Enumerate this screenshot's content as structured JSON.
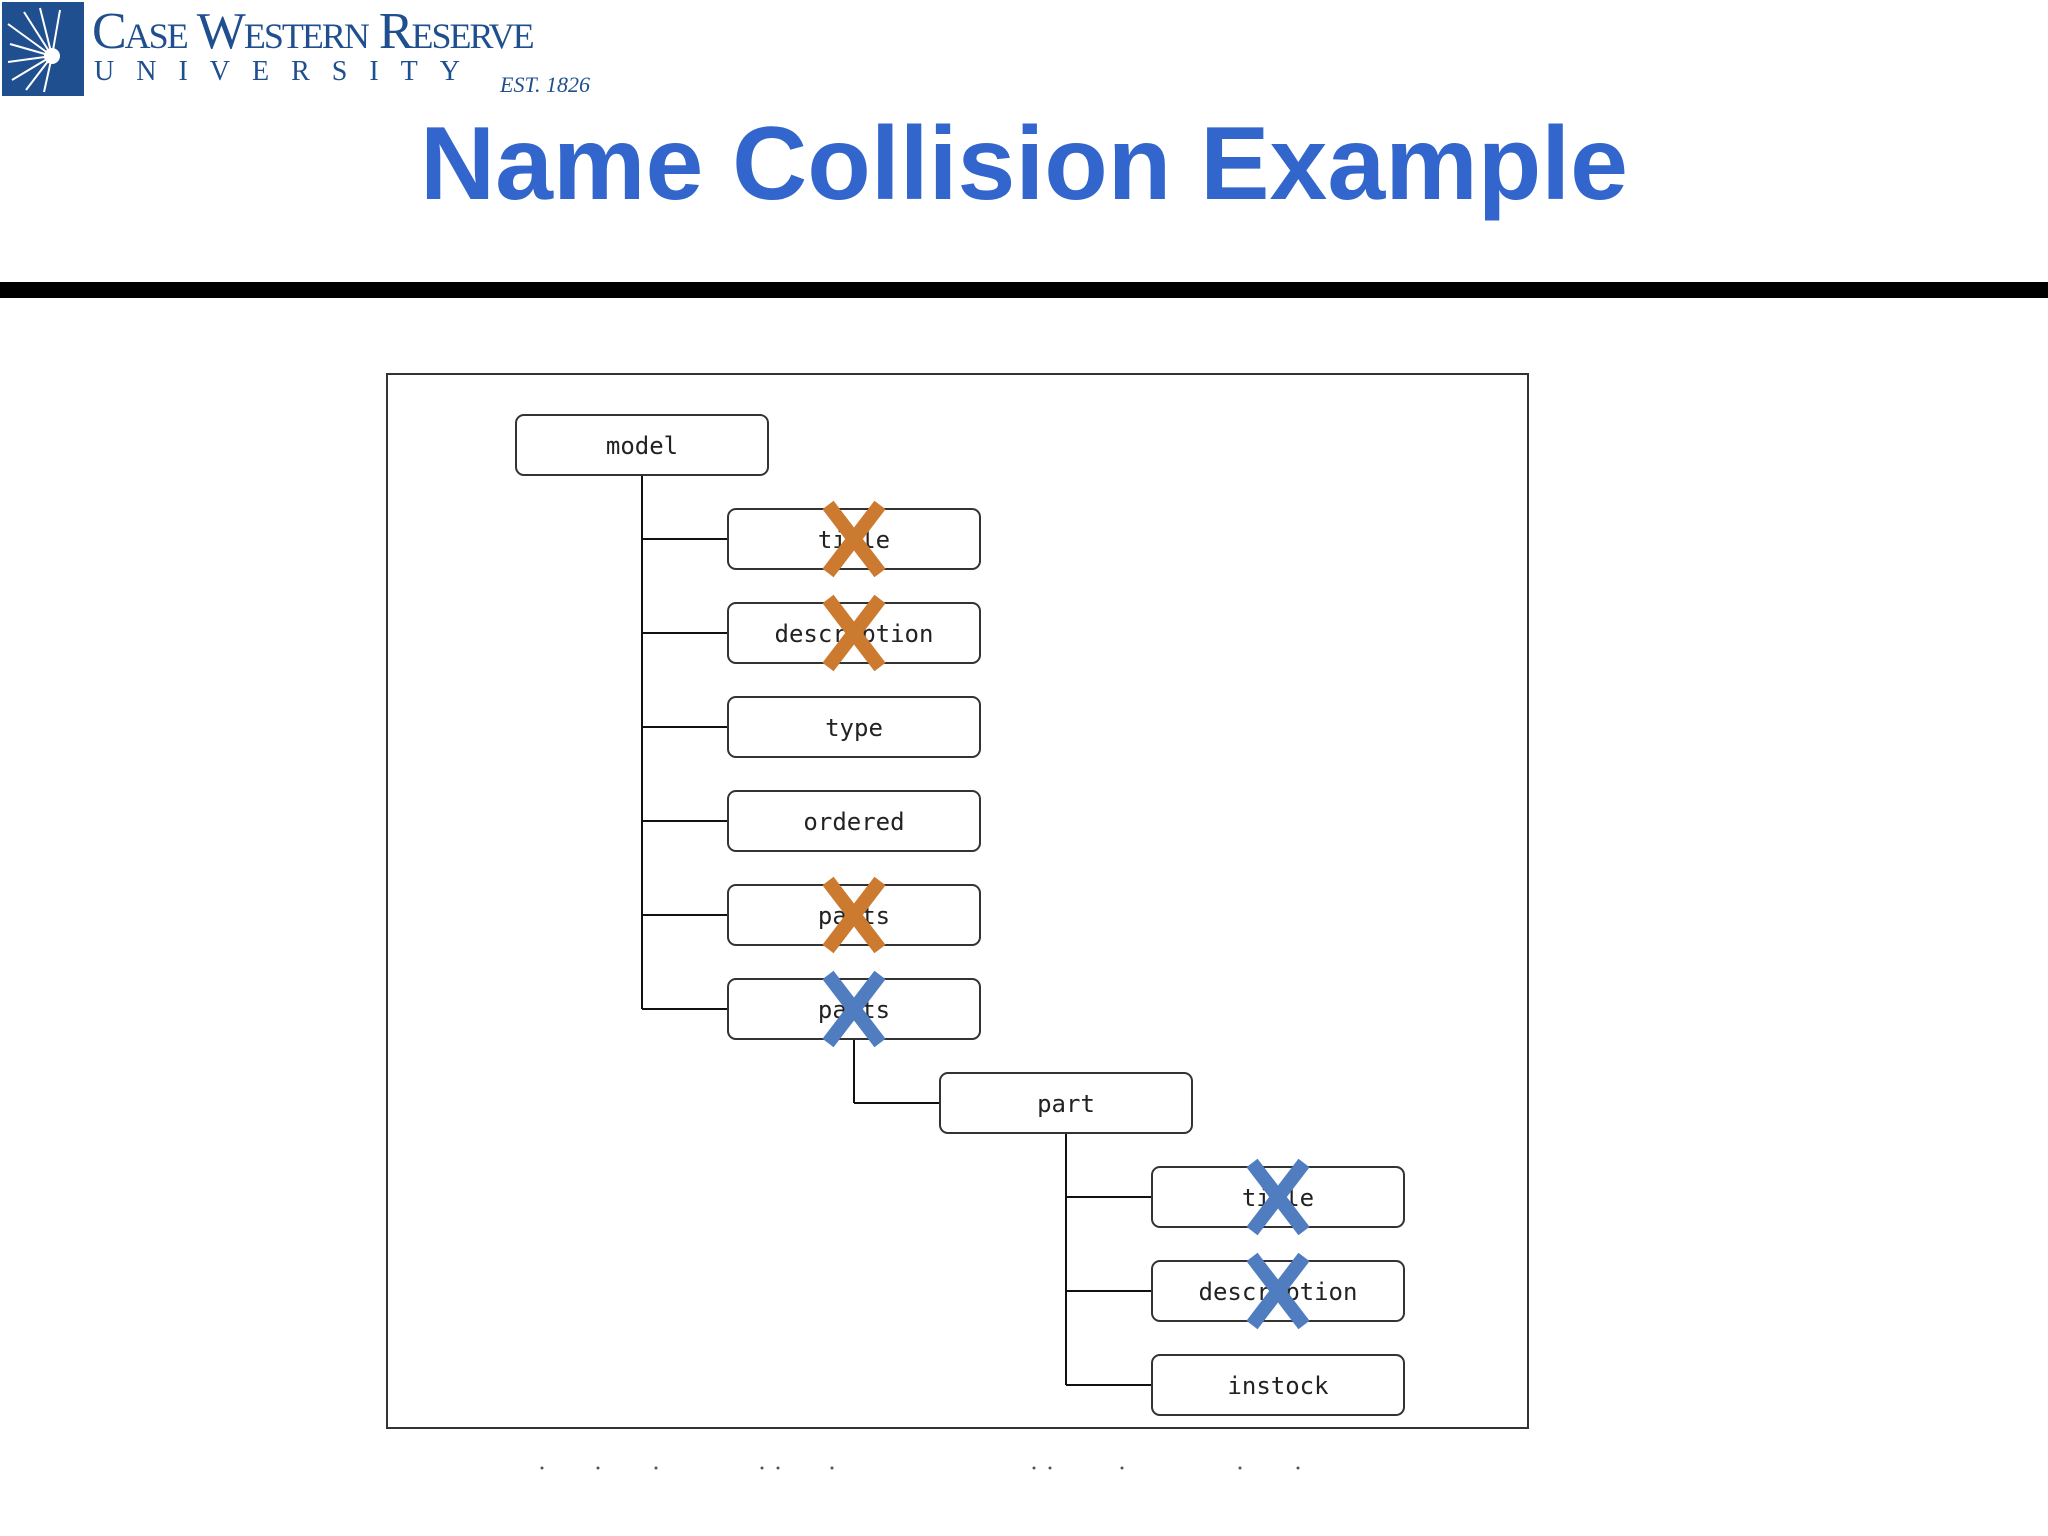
{
  "logo": {
    "name": "Case Western Reserve",
    "sub": "UNIVERSITY",
    "est": "EST. 1826"
  },
  "slide": {
    "title": "Name Collision Example"
  },
  "colors": {
    "title": "#3366cc",
    "rule": "#000000",
    "orange_x": "#cc7a2f",
    "blue_x": "#4f7dbf",
    "node_border": "#333333"
  },
  "diagram": {
    "nodes": [
      {
        "id": "model",
        "label": "model",
        "parent": null
      },
      {
        "id": "title1",
        "label": "title",
        "parent": "model",
        "mark": "orange"
      },
      {
        "id": "description1",
        "label": "description",
        "parent": "model",
        "mark": "orange"
      },
      {
        "id": "type",
        "label": "type",
        "parent": "model"
      },
      {
        "id": "ordered",
        "label": "ordered",
        "parent": "model"
      },
      {
        "id": "parts1",
        "label": "parts",
        "parent": "model",
        "mark": "orange"
      },
      {
        "id": "parts2",
        "label": "parts",
        "parent": "model",
        "mark": "blue"
      },
      {
        "id": "part",
        "label": "part",
        "parent": "parts2"
      },
      {
        "id": "title2",
        "label": "title",
        "parent": "part",
        "mark": "blue"
      },
      {
        "id": "description2",
        "label": "description",
        "parent": "part",
        "mark": "blue"
      },
      {
        "id": "instock",
        "label": "instock",
        "parent": "part"
      }
    ]
  }
}
